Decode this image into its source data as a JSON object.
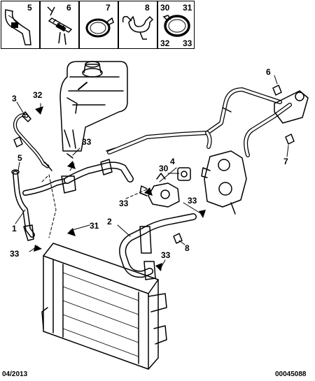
{
  "legend": [
    {
      "num": "5"
    },
    {
      "num": "6"
    },
    {
      "num": "7"
    },
    {
      "num": "8"
    },
    {
      "nums": [
        "30",
        "31",
        "32",
        "33"
      ]
    }
  ],
  "callouts": {
    "c1": "1",
    "c2": "2",
    "c3": "3",
    "c4": "4",
    "c5": "5",
    "c6": "6",
    "c7": "7",
    "c8": "8",
    "c30": "30",
    "c31": "31",
    "c32": "32",
    "c33a": "33",
    "c33b": "33",
    "c33c": "33",
    "c33d": "33",
    "c33e": "33"
  },
  "footer": {
    "date": "04/2013",
    "ref": "00045088"
  }
}
